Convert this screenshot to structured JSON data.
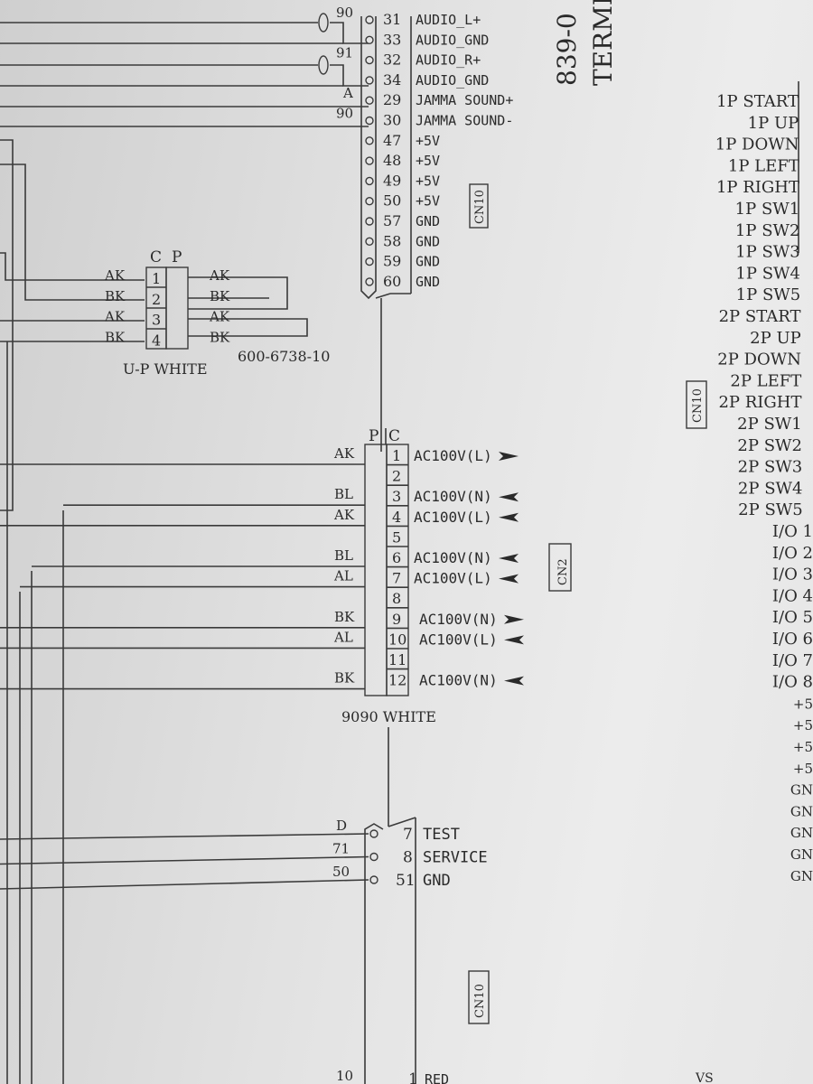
{
  "header": {
    "doc_number_partial": "839-0",
    "terminal_partial": "TERMI"
  },
  "cn10_top": {
    "label": "CN10",
    "rows": [
      {
        "wire": "90",
        "pin": "31",
        "signal": "AUDIO_L+"
      },
      {
        "wire": "",
        "pin": "33",
        "signal": "AUDIO_GND"
      },
      {
        "wire": "91",
        "pin": "32",
        "signal": "AUDIO_R+"
      },
      {
        "wire": "",
        "pin": "34",
        "signal": "AUDIO_GND"
      },
      {
        "wire": "A",
        "pin": "29",
        "signal": "JAMMA SOUND+"
      },
      {
        "wire": "90",
        "pin": "30",
        "signal": "JAMMA SOUND-"
      },
      {
        "wire": "",
        "pin": "47",
        "signal": "+5V"
      },
      {
        "wire": "",
        "pin": "48",
        "signal": "+5V"
      },
      {
        "wire": "",
        "pin": "49",
        "signal": "+5V"
      },
      {
        "wire": "",
        "pin": "50",
        "signal": "+5V"
      },
      {
        "wire": "",
        "pin": "57",
        "signal": "GND"
      },
      {
        "wire": "",
        "pin": "58",
        "signal": "GND"
      },
      {
        "wire": "",
        "pin": "59",
        "signal": "GND"
      },
      {
        "wire": "",
        "pin": "60",
        "signal": "GND"
      }
    ]
  },
  "up_connector": {
    "header_c": "C",
    "header_p": "P",
    "name": "U-P WHITE",
    "part_number": "600-6738-10",
    "rows": [
      {
        "pin": "1",
        "left": "AK",
        "right": "AK"
      },
      {
        "pin": "2",
        "left": "BK",
        "right": "BK"
      },
      {
        "pin": "3",
        "left": "AK",
        "right": "AK"
      },
      {
        "pin": "4",
        "left": "BK",
        "right": "BK"
      }
    ]
  },
  "cn2": {
    "label": "CN2",
    "header_p": "P",
    "header_c": "C",
    "name": "9090 WHITE",
    "rows": [
      {
        "pin": "1",
        "wire": "AK",
        "signal": "AC100V(L)",
        "dir": "out"
      },
      {
        "pin": "2",
        "wire": "",
        "signal": "",
        "dir": ""
      },
      {
        "pin": "3",
        "wire": "BL",
        "signal": "AC100V(N)",
        "dir": "in"
      },
      {
        "pin": "4",
        "wire": "AK",
        "signal": "AC100V(L)",
        "dir": "in"
      },
      {
        "pin": "5",
        "wire": "",
        "signal": "",
        "dir": ""
      },
      {
        "pin": "6",
        "wire": "BL",
        "signal": "AC100V(N)",
        "dir": "in"
      },
      {
        "pin": "7",
        "wire": "AL",
        "signal": "AC100V(L)",
        "dir": "in"
      },
      {
        "pin": "8",
        "wire": "",
        "signal": "",
        "dir": ""
      },
      {
        "pin": "9",
        "wire": "BK",
        "signal": "AC100V(N)",
        "dir": "out"
      },
      {
        "pin": "10",
        "wire": "AL",
        "signal": "AC100V(L)",
        "dir": "in"
      },
      {
        "pin": "11",
        "wire": "",
        "signal": "",
        "dir": ""
      },
      {
        "pin": "12",
        "wire": "BK",
        "signal": "AC100V(N)",
        "dir": "in"
      }
    ]
  },
  "cn10_bottom": {
    "label": "CN10",
    "rows": [
      {
        "wire": "D",
        "pin": "7",
        "signal": "TEST"
      },
      {
        "wire": "71",
        "pin": "8",
        "signal": "SERVICE"
      },
      {
        "wire": "50",
        "pin": "51",
        "signal": "GND"
      }
    ],
    "cut_row": {
      "wire": "10",
      "pin": "1",
      "signal": "RED"
    }
  },
  "right_panel": {
    "label": "CN10",
    "signals": [
      "1P START",
      "1P UP",
      "1P DOWN",
      "1P LEFT",
      "1P RIGHT",
      "1P SW1",
      "1P SW2",
      "1P SW3",
      "1P SW4",
      "1P SW5",
      "2P START",
      "2P UP",
      "2P DOWN",
      "2P LEFT",
      "2P RIGHT",
      "2P SW1",
      "2P SW2",
      "2P SW3",
      "2P SW4",
      "2P SW5",
      "I/O 1",
      "I/O 2",
      "I/O 3",
      "I/O 4",
      "I/O 5",
      "I/O 6",
      "I/O 7",
      "I/O 8",
      "+5",
      "+5",
      "+5",
      "+5",
      "GN",
      "GN",
      "GN",
      "GN",
      "GN"
    ],
    "bottom_fragment": "VS"
  }
}
